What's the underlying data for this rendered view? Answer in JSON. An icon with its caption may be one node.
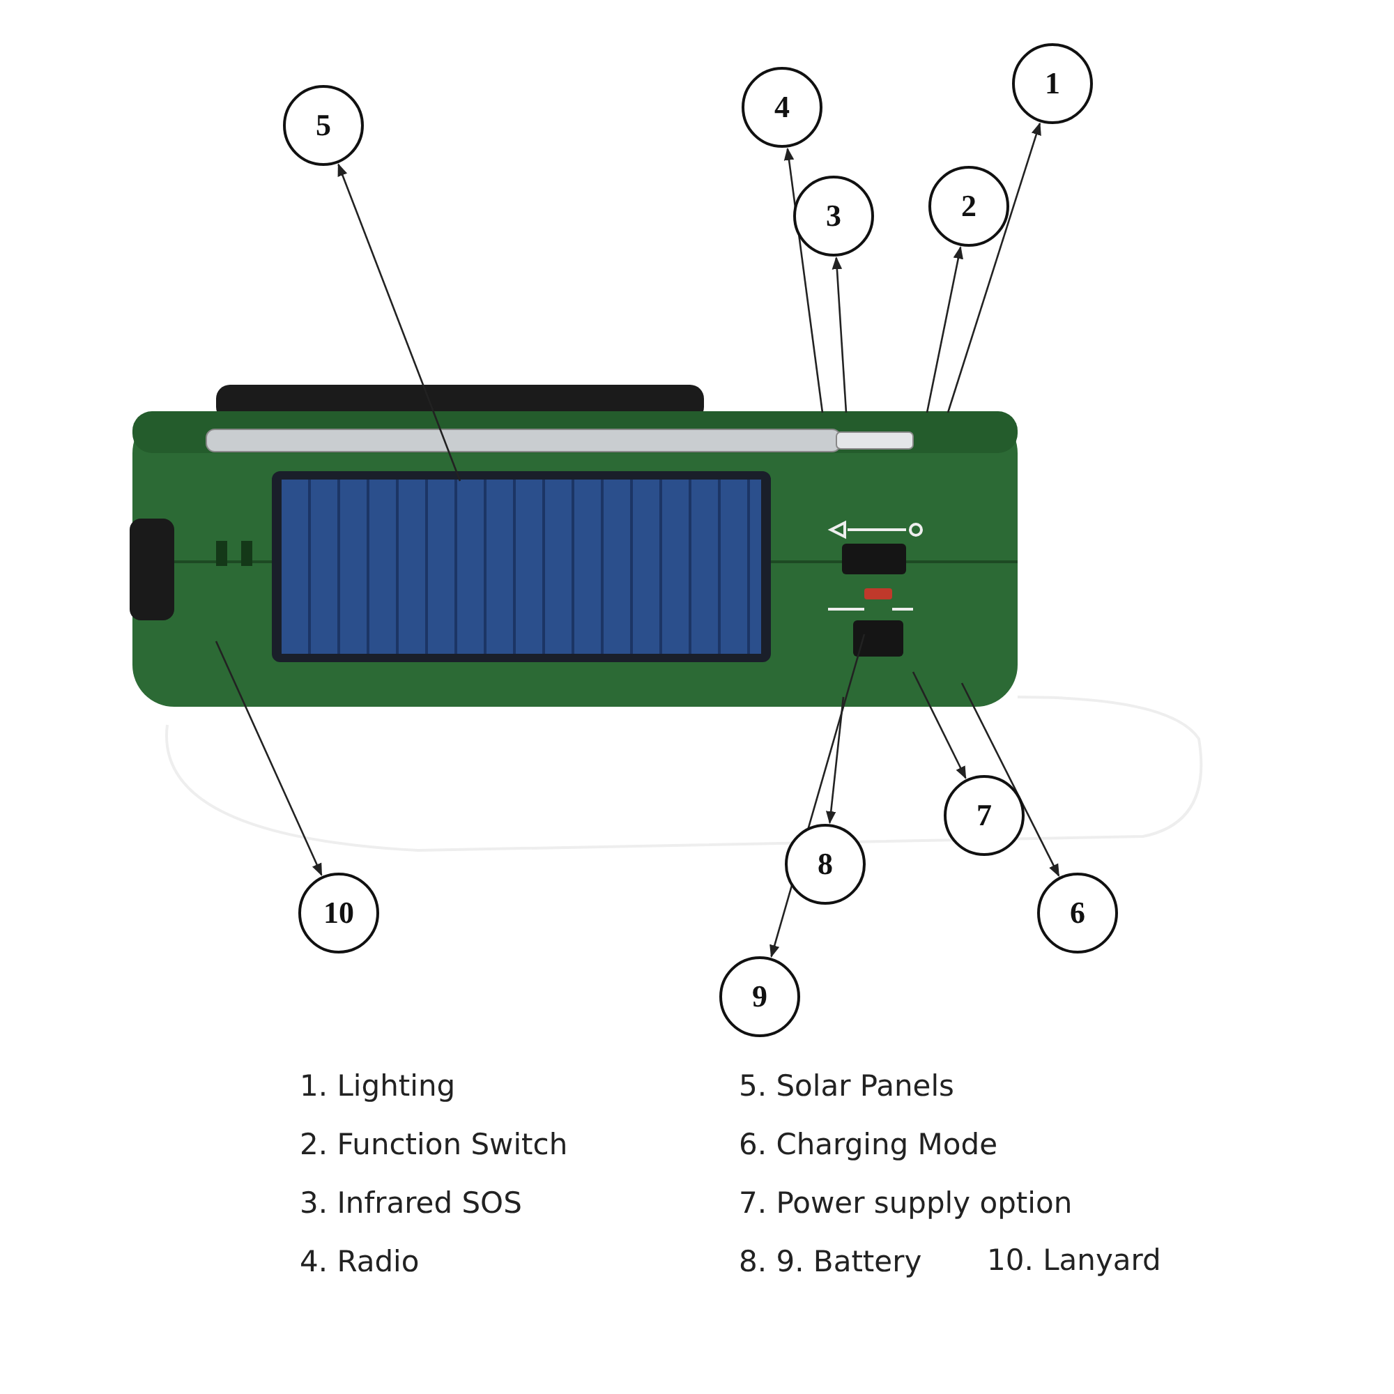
{
  "diagram": {
    "nodes": [
      {
        "text": [
          "1"
        ]
      },
      {
        "text": [
          "4"
        ]
      },
      {
        "text": [
          "5"
        ]
      },
      {
        "text": [
          "2"
        ]
      },
      {
        "text": [
          "3"
        ]
      },
      {
        "text": [
          "7"
        ]
      },
      {
        "text": [
          "8"
        ]
      },
      {
        "text": [
          "10"
        ]
      },
      {
        "text": [
          "6"
        ]
      },
      {
        "text": [
          "9"
        ]
      }
    ],
    "edges": [
      {
        "from": null,
        "to": 0,
        "arrow": "to"
      },
      {
        "from": null,
        "to": 3,
        "arrow": "to"
      },
      {
        "from": null,
        "to": 4,
        "arrow": "to"
      },
      {
        "from": null,
        "to": 1,
        "arrow": "to"
      },
      {
        "from": null,
        "to": 2,
        "arrow": "to"
      },
      {
        "from": null,
        "to": 8,
        "arrow": "to"
      },
      {
        "from": null,
        "to": 5,
        "arrow": "to"
      },
      {
        "from": null,
        "to": 6,
        "arrow": "to"
      },
      {
        "from": null,
        "to": 9,
        "arrow": "to"
      },
      {
        "from": null,
        "to": 7,
        "arrow": "to"
      }
    ],
    "labels": [
      "1. Lighting",
      "5. Solar Panels",
      "2. Function Switch",
      "6. Charging Mode",
      "3. Infrared SOS",
      "7. Power supply option",
      "4. Radio",
      "8. 9. Battery",
      "10. Lanyard"
    ]
  }
}
